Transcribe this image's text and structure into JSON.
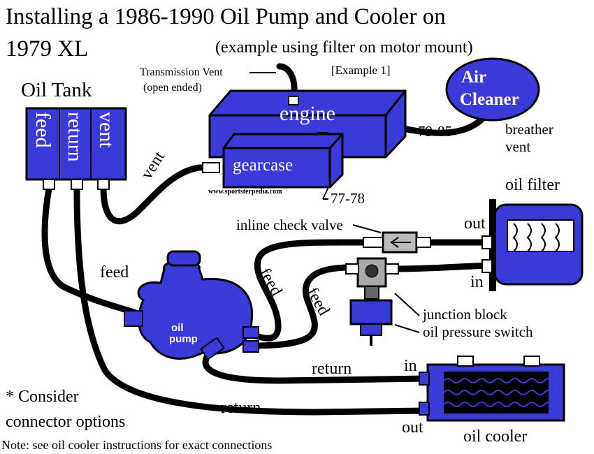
{
  "title_line1": "Installing a 1986-1990 Oil Pump and Cooler on",
  "title_line2": "1979 XL",
  "subtitle": "(example using filter on motor mount)",
  "example_tag": "[Example 1]",
  "oil_tank": {
    "label": "Oil Tank",
    "ports": [
      "feed",
      "return",
      "vent"
    ]
  },
  "transmission_vent": {
    "line1": "Transmission Vent",
    "line2": "(open ended)"
  },
  "engine_label": "engine",
  "gearcase_label": "gearcase",
  "watermark": "www.sportsterpedia.com",
  "years_79_85": "79-85",
  "years_77_78": "77-78",
  "air_cleaner": {
    "line1": "Air",
    "line2": "Cleaner"
  },
  "breather_vent": {
    "line1": "breather",
    "line2": "vent"
  },
  "vent_hose_label": "vent",
  "oil_filter": {
    "label": "oil filter",
    "out": "out",
    "in": "in"
  },
  "inline_check_valve": "inline check valve",
  "feed_pump_label": "feed",
  "feed_hose_1": "feed",
  "feed_hose_2": "feed",
  "oil_pump": {
    "line1": "oil",
    "line2": "pump"
  },
  "junction_block": "junction block",
  "oil_pressure_switch": "oil pressure switch",
  "return_upper": "return",
  "return_lower": "return",
  "oil_cooler": {
    "label": "oil cooler",
    "in": "in",
    "out": "out"
  },
  "consider": {
    "line1": "* Consider",
    "line2": "connector options"
  },
  "note": "Note: see oil cooler instructions for exact connections",
  "colors": {
    "blue": "#3a3ad8",
    "dark": "#000000",
    "white": "#ffffff"
  }
}
